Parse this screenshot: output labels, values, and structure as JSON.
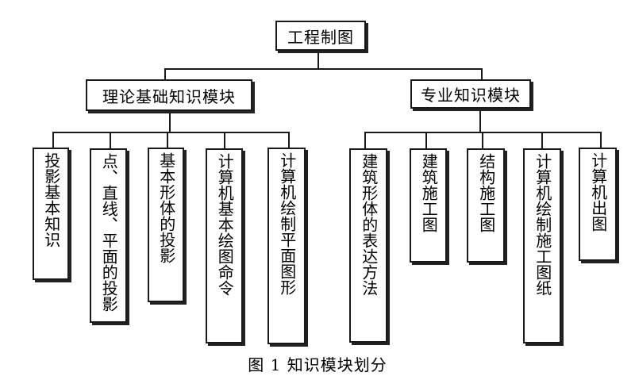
{
  "root": {
    "label": "工程制图"
  },
  "modules": [
    {
      "label": "理论基础知识模块",
      "children": [
        "投影基本知识",
        "点、直线、平面的投影",
        "基本形体的投影",
        "计算机基本绘图命令",
        "计算机绘制平面图形"
      ]
    },
    {
      "label": "专业知识模块",
      "children": [
        "建筑形体的表达方法",
        "建筑施工图",
        "结构施工图",
        "计算机绘制施工图纸",
        "计算机出图"
      ]
    }
  ],
  "caption": "图 1  知识模块划分"
}
